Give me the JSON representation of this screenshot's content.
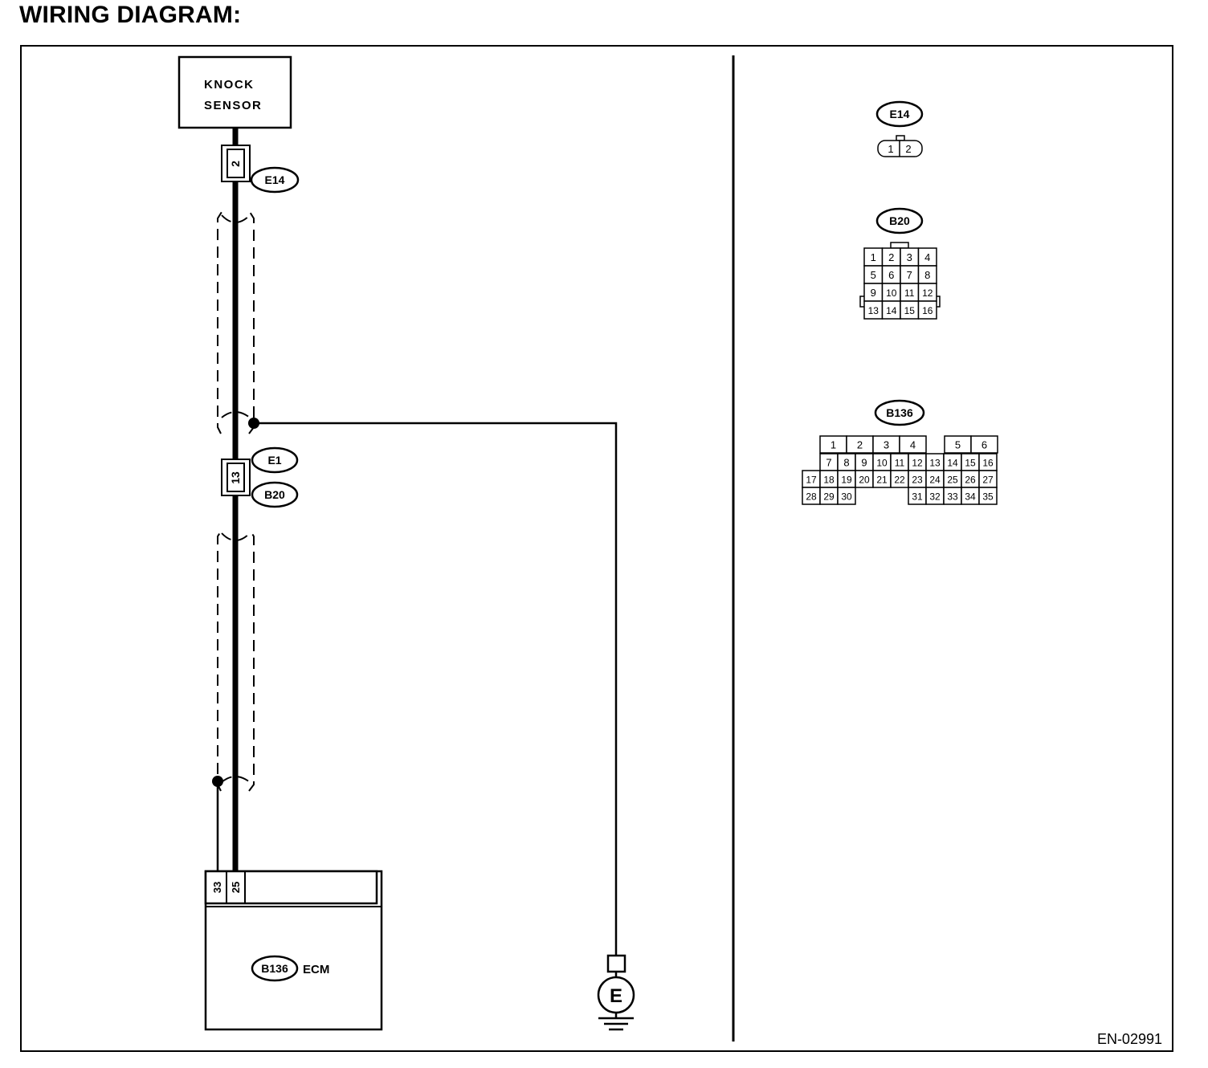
{
  "heading": "WIRING DIAGRAM:",
  "components": {
    "knock_sensor": [
      "KNOCK",
      "SENSOR"
    ],
    "ecm_label": "ECM",
    "ecm_connector": "B136",
    "ground_symbol": "E"
  },
  "wiring": {
    "e14_terminal": "2",
    "e14_label": "E14",
    "e1_label": "E1",
    "b20_label": "B20",
    "b20_terminal": "13",
    "ecm_terminal_shield": "33",
    "ecm_terminal_signal": "25"
  },
  "connectors": {
    "e14": {
      "label": "E14",
      "pins": [
        "1",
        "2"
      ]
    },
    "b20": {
      "label": "B20",
      "rows": [
        [
          "1",
          "2",
          "3",
          "4"
        ],
        [
          "5",
          "6",
          "7",
          "8"
        ],
        [
          "9",
          "10",
          "11",
          "12"
        ],
        [
          "13",
          "14",
          "15",
          "16"
        ]
      ]
    },
    "b136": {
      "label": "B136",
      "rows": [
        [
          "",
          "1",
          "2",
          "3",
          "4",
          "",
          "5",
          "6"
        ],
        [
          "",
          "7",
          "8",
          "9",
          "10",
          "11",
          "12",
          "13",
          "14",
          "15",
          "16"
        ],
        [
          "17",
          "18",
          "19",
          "20",
          "21",
          "22",
          "23",
          "24",
          "25",
          "26",
          "27"
        ],
        [
          "28",
          "29",
          "30",
          "",
          "",
          "",
          "31",
          "32",
          "33",
          "34",
          "35"
        ]
      ]
    }
  },
  "figure_code": "EN-02991"
}
